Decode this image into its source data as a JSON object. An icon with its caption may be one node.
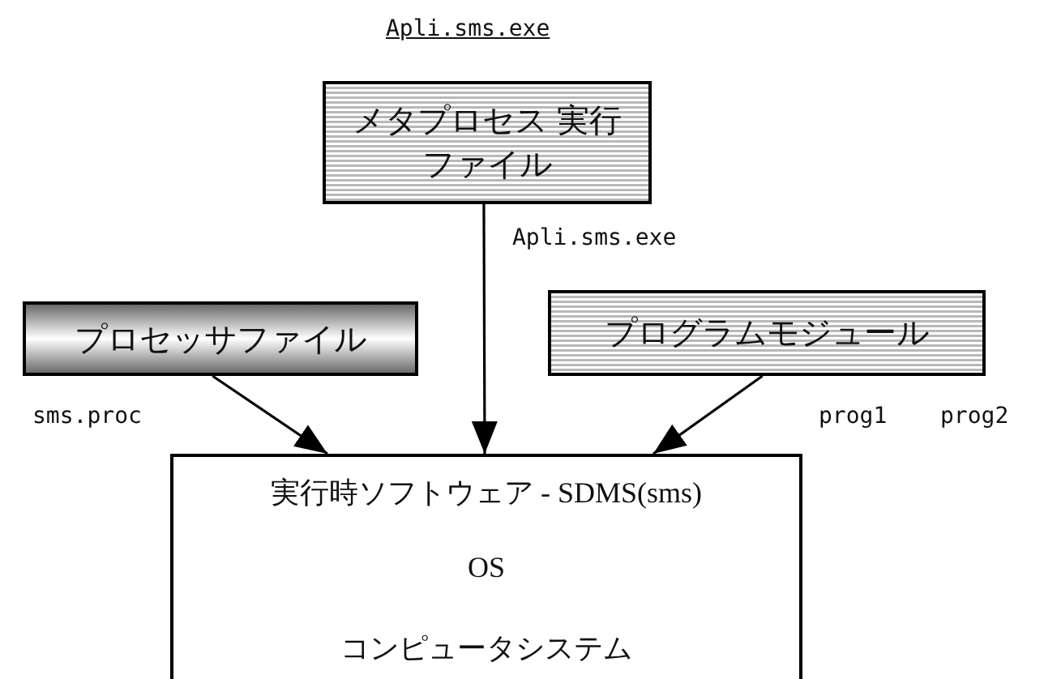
{
  "diagram": {
    "nodes": [
      {
        "text": [
          "メタプロセス 実行ファイル"
        ],
        "beside": [
          "Apli.sms.exe"
        ]
      },
      {
        "text": [
          "プロセッサファイル"
        ]
      },
      {
        "text": [
          "プログラムモジュール"
        ]
      },
      {
        "text": [
          "実行時ソフトウェア - SDMS(sms)"
        ]
      },
      {
        "text": [
          "OS"
        ]
      },
      {
        "text": [
          "コンピュータシステム"
        ]
      }
    ],
    "edges": [
      {
        "from": 0,
        "to": 3,
        "arrow": "to",
        "label": "Apli.sms.exe"
      },
      {
        "from": 1,
        "to": 3,
        "arrow": "to"
      },
      {
        "from": 2,
        "to": 3,
        "arrow": "to"
      }
    ],
    "labels": [
      "sms.proc",
      "prog1",
      "prog2"
    ]
  }
}
